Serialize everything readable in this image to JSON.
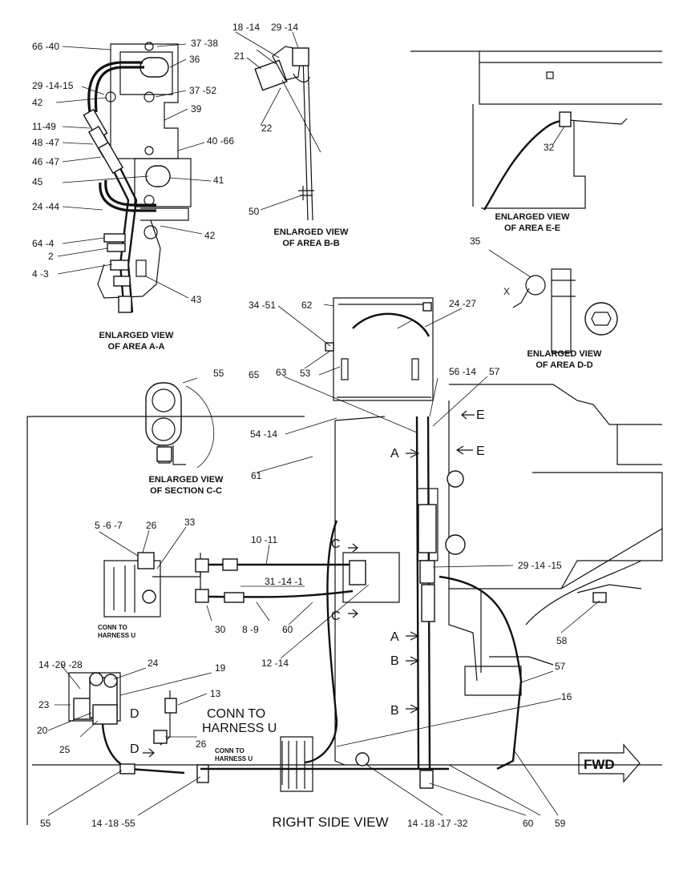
{
  "views": {
    "aa": {
      "title1": "ENLARGED VIEW",
      "title2": "OF AREA A-A",
      "labels": {
        "l66_40": "66 -40",
        "l37_38": "37 -38",
        "l36": "36",
        "l29_14_15": "29 -14-15",
        "l37_52": "37 -52",
        "l42a": "42",
        "l39": "39",
        "l11_49": "11-49",
        "l48_47": "48 -47",
        "l40_66": "40 -66",
        "l46_47": "46 -47",
        "l45": "45",
        "l41": "41",
        "l24_44": "24 -44",
        "l42b": "42",
        "l64_4": "64 -4",
        "l2": "2",
        "l4_3": "4 -3",
        "l43": "43"
      }
    },
    "bb": {
      "title1": "ENLARGED VIEW",
      "title2": "OF AREA B-B",
      "labels": {
        "l18_14": "18 -14",
        "l29_14": "29 -14",
        "l21": "21",
        "l22": "22",
        "l50": "50"
      }
    },
    "ee": {
      "title1": "ENLARGED VIEW",
      "title2": "OF AREA E-E",
      "labels": {
        "l32": "32"
      }
    },
    "dd": {
      "title1": "ENLARGED VIEW",
      "title2": "OF AREA D-D",
      "labels": {
        "l35": "35",
        "lx": "X"
      }
    },
    "cc": {
      "title1": "ENLARGED VIEW",
      "title2": "OF SECTION C-C",
      "labels": {
        "l55": "55"
      }
    }
  },
  "main": {
    "title": "RIGHT SIDE VIEW",
    "fwd": "FWD",
    "conn_large_1": "CONN TO",
    "conn_large_2": "HARNESS U",
    "conn_small_a1": "CONN TO",
    "conn_small_a2": "HARNESS U",
    "conn_small_b1": "CONN TO",
    "conn_small_b2": "HARNESS U",
    "sections": {
      "a1": "A",
      "a2": "A",
      "b1": "B",
      "b2": "B",
      "c1": "C",
      "c2": "C",
      "d1": "D",
      "d2": "D",
      "e1": "E",
      "e2": "E"
    },
    "labels": {
      "l34_51": "34 -51",
      "l62": "62",
      "l24_27": "24 -27",
      "l63": "63",
      "l53": "53",
      "l65": "65",
      "l56_14": "56 -14",
      "l57a": "57",
      "l54_14": "54 -14",
      "l61": "61",
      "l5_6_7": "5 -6 -7",
      "l26a": "26",
      "l33": "33",
      "l10_11": "10 -11",
      "l31_14_1": "31 -14 -1",
      "l29_14_15": "29 -14 -15",
      "l30": "30",
      "l8_9": "8 -9",
      "l60a": "60",
      "l12_14": "12 -14",
      "l14_29_28": "14 -29 -28",
      "l24": "24",
      "l19": "19",
      "l13": "13",
      "l23": "23",
      "l20": "20",
      "l25": "25",
      "l26b": "26",
      "l58": "58",
      "l57b": "57",
      "l16": "16",
      "l55": "55",
      "l14_18_55": "14 -18 -55",
      "l14_18_17_32": "14 -18 -17 -32",
      "l60b": "60",
      "l59": "59"
    }
  }
}
